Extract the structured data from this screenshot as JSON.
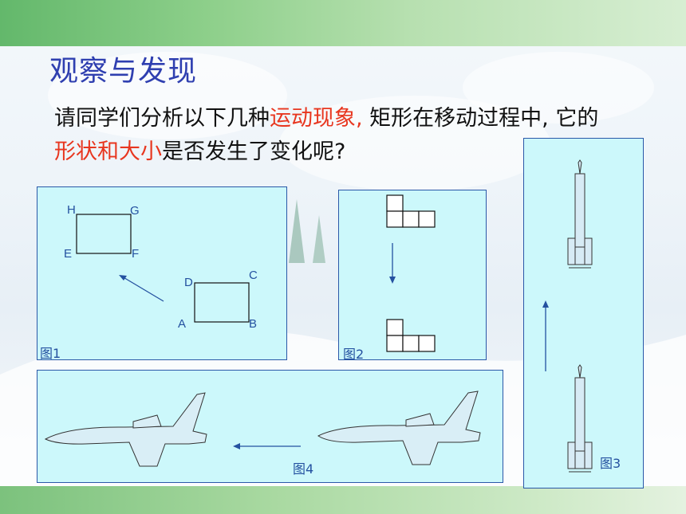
{
  "slide": {
    "title": "观察与发现",
    "intro": {
      "p1": "请同学们分析以下几种",
      "p1_red": "运动现象,",
      "p2": " 矩形在移动过程中, 它的",
      "p2_red": "形状和大小",
      "p3": "是否发生了变化呢?"
    },
    "colors": {
      "title": "#2f3fb0",
      "highlight": "#e8361f",
      "panel_fill": "#ccf8fb",
      "panel_border": "#2a58a8",
      "label": "#2451a0"
    }
  },
  "figures": {
    "fig1": {
      "label": "图1",
      "points": {
        "h": "H",
        "g": "G",
        "e": "E",
        "f": "F",
        "d": "D",
        "c": "C",
        "a": "A",
        "b": "B"
      }
    },
    "fig2": {
      "label": "图2"
    },
    "fig3": {
      "label": "图3"
    },
    "fig4": {
      "label": "图4"
    }
  }
}
